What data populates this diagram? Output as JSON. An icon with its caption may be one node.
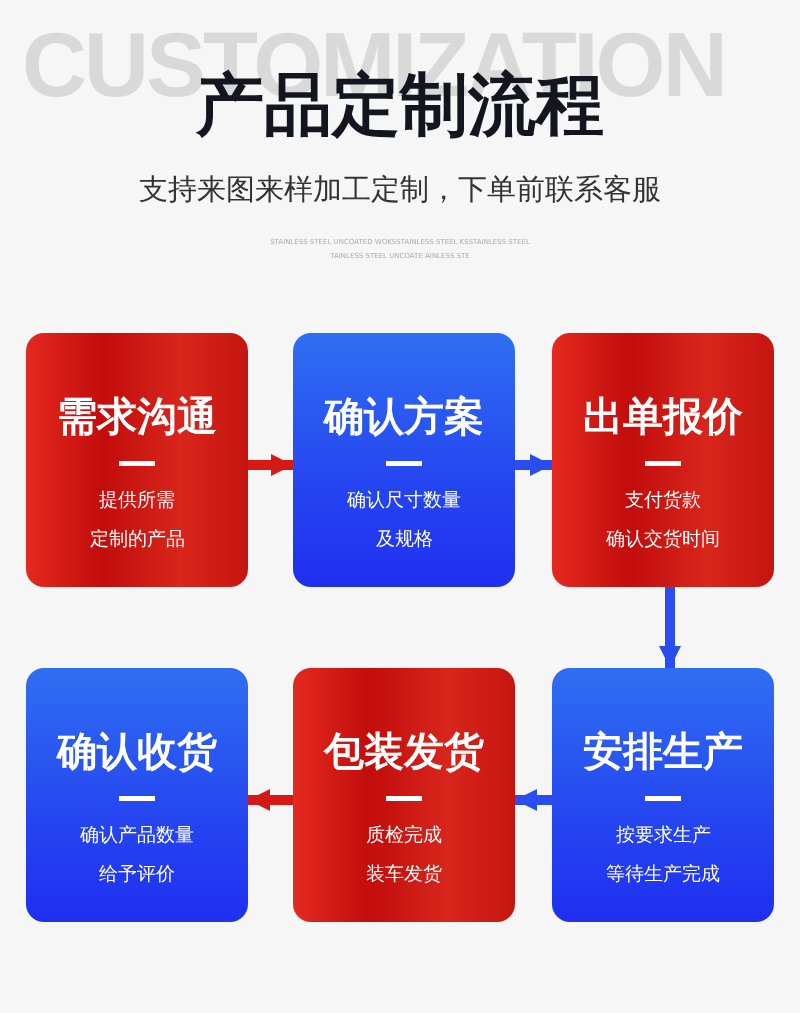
{
  "diagram": {
    "title": "产品定制流程",
    "nodes": [
      {
        "text": [
          "需求沟通",
          "提供所需",
          "定制的产品"
        ]
      },
      {
        "text": [
          "确认方案",
          "确认尺寸数量",
          "及规格"
        ]
      },
      {
        "text": [
          "出单报价",
          "支付货款",
          "确认交货时间"
        ]
      },
      {
        "text": [
          "确认收货",
          "确认产品数量",
          "给予评价"
        ]
      },
      {
        "text": [
          "包装发货",
          "质检完成",
          "装车发货"
        ]
      },
      {
        "text": [
          "安排生产",
          "按要求生产",
          "等待生产完成"
        ]
      }
    ],
    "edges": [
      {
        "from": 0,
        "to": 1,
        "arrow": "to",
        "color": "#d51a16"
      },
      {
        "from": 1,
        "to": 2,
        "arrow": "to"
      },
      {
        "from": 2,
        "to": 5,
        "arrow": "to"
      },
      {
        "from": 5,
        "to": 4,
        "arrow": "to"
      },
      {
        "from": 4,
        "to": 3,
        "arrow": "to",
        "color": "#d51a16"
      }
    ],
    "labels": [
      "CUSTOMIZATION",
      "支持来图来样加工定制，下单前联系客服",
      "STAINLESS STEEL UNCOATED WOKSSTAINLESS STEEL KSSTAINLESS STEEL",
      "TAINLESS STEEL UNCOATE AINLESS STE"
    ]
  }
}
